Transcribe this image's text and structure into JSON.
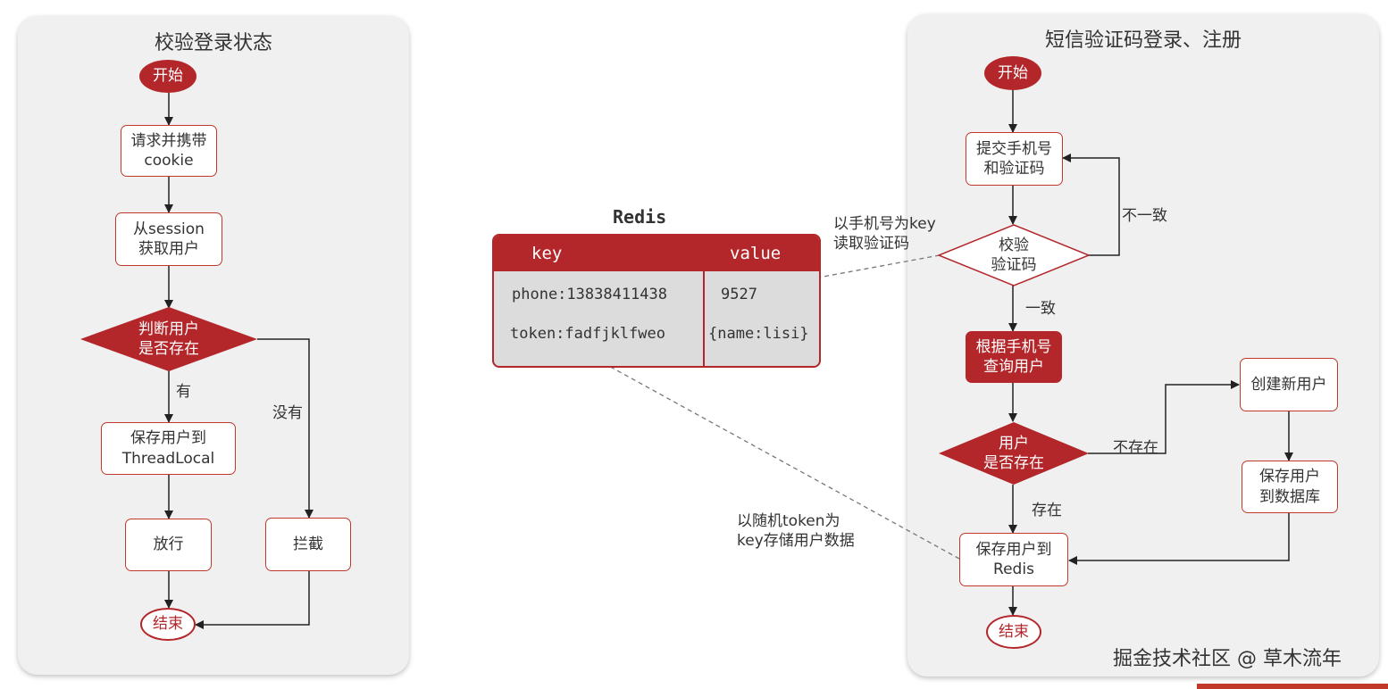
{
  "left_panel": {
    "title": "校验登录状态",
    "nodes": {
      "start": "开始",
      "request": "请求并携带\ncookie",
      "get_user": "从session\n获取用户",
      "decision": "判断用户\n是否存在",
      "save_threadlocal": "保存用户到\nThreadLocal",
      "pass": "放行",
      "intercept": "拦截",
      "end": "结束"
    },
    "labels": {
      "yes": "有",
      "no": "没有"
    }
  },
  "redis": {
    "title": "Redis",
    "columns": [
      "key",
      "value"
    ],
    "rows": [
      [
        "phone:13838411438",
        "9527"
      ],
      [
        "token:fadfjklfweo",
        "{name:lisi}"
      ]
    ]
  },
  "annotations": {
    "read_code": "以手机号为key\n读取验证码",
    "store_token": "以随机token为\nkey存储用户数据"
  },
  "right_panel": {
    "title": "短信验证码登录、注册",
    "nodes": {
      "start": "开始",
      "submit": "提交手机号\n和验证码",
      "verify": "校验\n验证码",
      "query_user": "根据手机号\n查询用户",
      "exists": "用户\n是否存在",
      "create_user": "创建新用户",
      "save_db": "保存用户\n到数据库",
      "save_redis": "保存用户到\nRedis",
      "end": "结束"
    },
    "labels": {
      "mismatch": "不一致",
      "match": "一致",
      "not_exist": "不存在",
      "exist": "存在"
    }
  },
  "watermark": "掘金技术社区 @ 草木流年",
  "colors": {
    "accent": "#b3262a",
    "panel": "#f0f0f0",
    "text": "#333333"
  }
}
